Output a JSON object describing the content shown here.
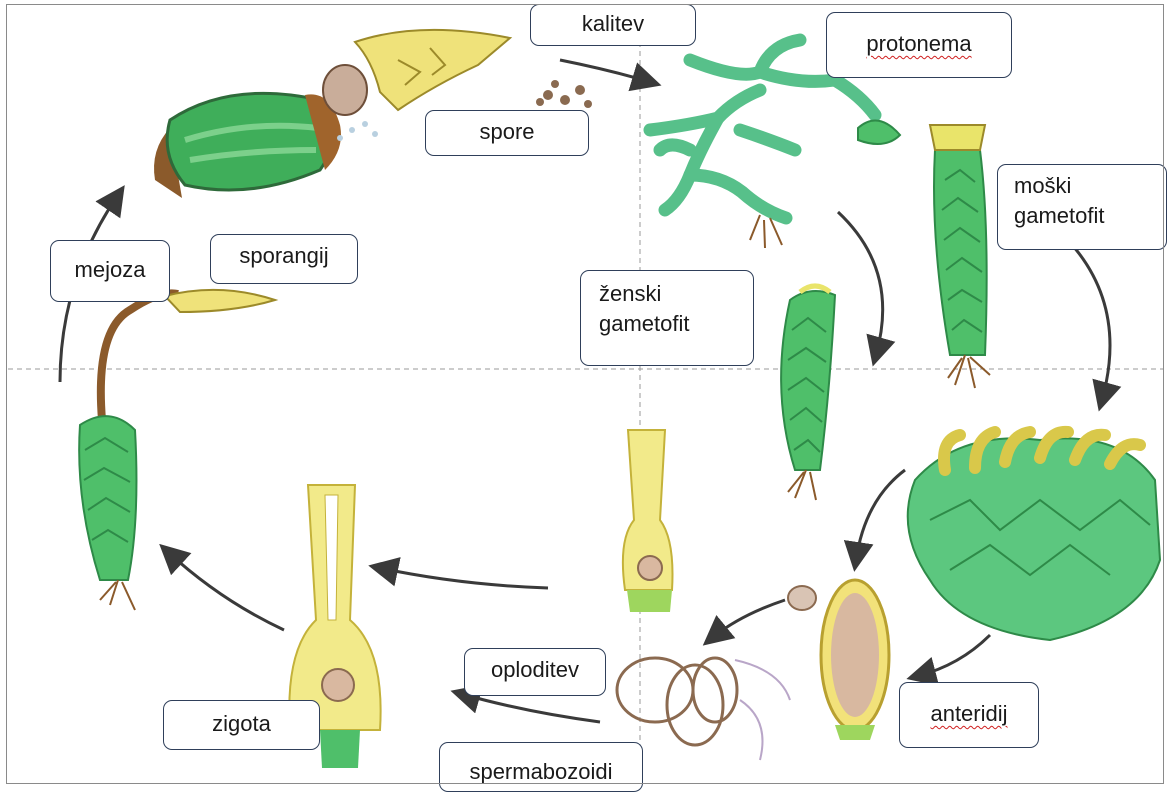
{
  "labels": {
    "kalitev": "kalitev",
    "protonema": "protonema",
    "spore": "spore",
    "moski_gametofit": "moški gametofit",
    "mejoza": "mejoza",
    "sporangij": "sporangij",
    "zenski_gametofit": "ženski gametofit",
    "oploditev": "oploditev",
    "zigota": "zigota",
    "anteridij": "anteridij",
    "spermatozoidi": "spermabozoidi"
  },
  "colors": {
    "moss_green": "#4fbf6a",
    "moss_dark": "#2e8a48",
    "yellow": "#e9e46a",
    "brown": "#8b5a2b",
    "arrow": "#3a3a3a",
    "label_border": "#2f3f5a"
  }
}
